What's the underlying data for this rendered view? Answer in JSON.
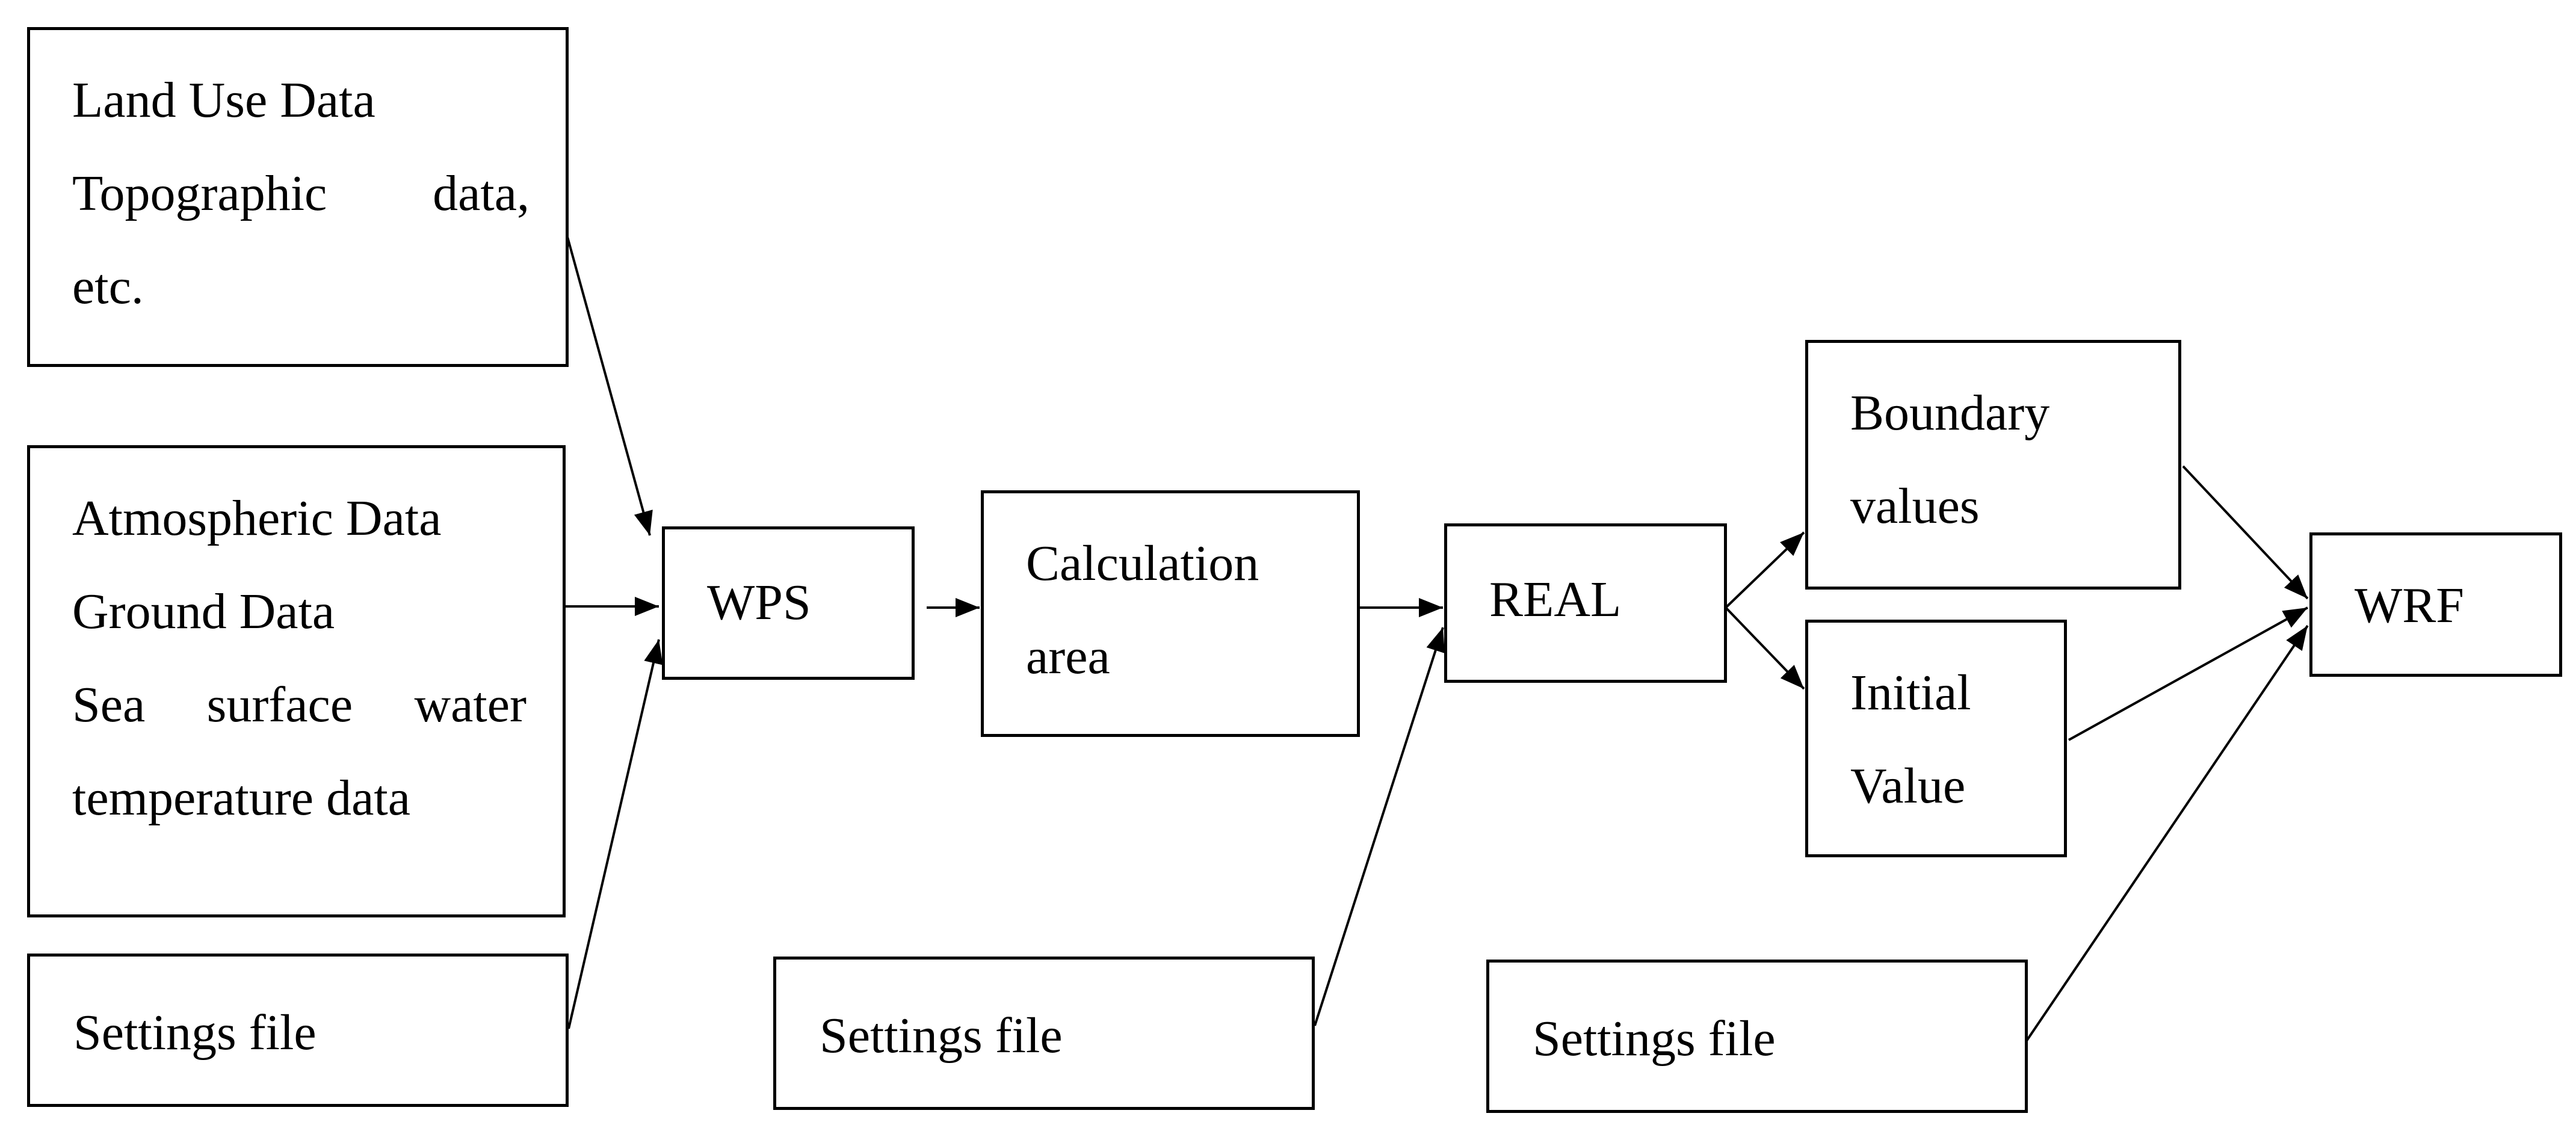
{
  "boxes": {
    "land_use": {
      "lines": [
        "Land Use Data",
        "Topographic data,",
        "etc."
      ],
      "line2_words": [
        "Topographic",
        "data,"
      ]
    },
    "atmospheric": {
      "lines": [
        "Atmospheric Data",
        "Ground Data",
        "Sea surface water",
        "temperature data"
      ],
      "line3_words": [
        "Sea",
        "surface",
        "water"
      ]
    },
    "settings_1": {
      "label": "Settings file"
    },
    "wps": {
      "label": "WPS"
    },
    "calculation": {
      "lines": [
        "Calculation",
        "area"
      ]
    },
    "settings_2": {
      "label": "Settings file"
    },
    "real": {
      "label": "REAL"
    },
    "boundary": {
      "lines": [
        "Boundary",
        "values"
      ]
    },
    "initial": {
      "lines": [
        "Initial",
        "Value"
      ]
    },
    "settings_3": {
      "label": "Settings file"
    },
    "wrf": {
      "label": "WRF"
    }
  },
  "colors": {
    "stroke": "#000000",
    "background": "#ffffff"
  }
}
